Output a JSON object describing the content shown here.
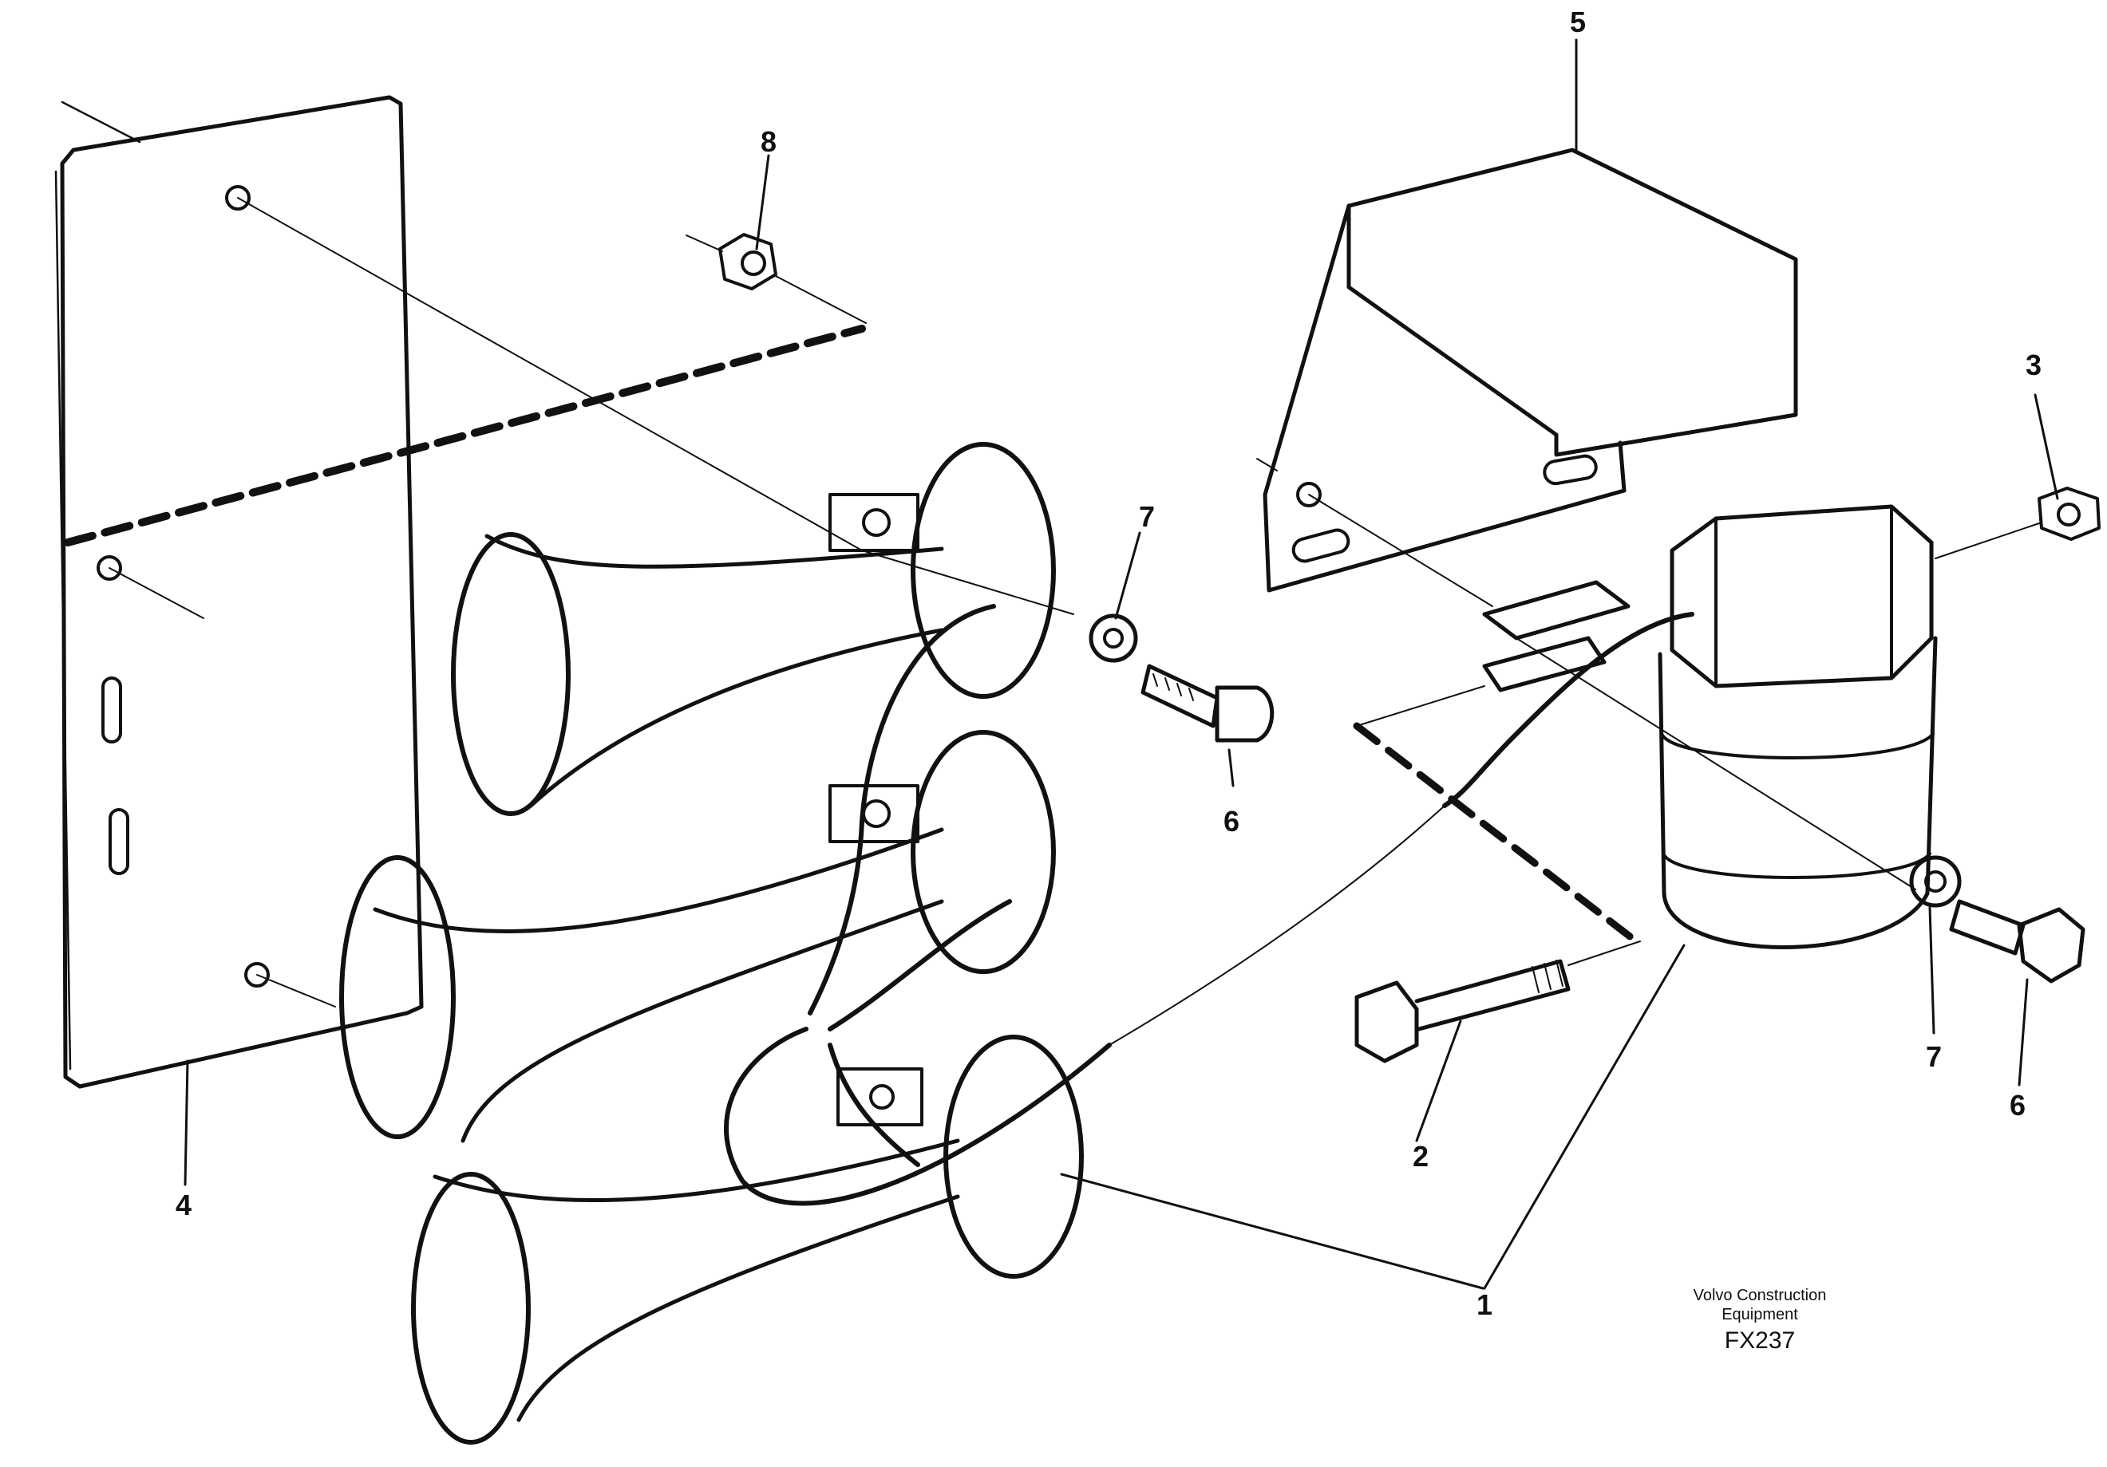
{
  "callouts": {
    "c1": "1",
    "c2": "2",
    "c3": "3",
    "c4": "4",
    "c5": "5",
    "c6a": "6",
    "c6b": "6",
    "c7a": "7",
    "c7b": "7",
    "c8": "8"
  },
  "credit": {
    "line1": "Volvo Construction",
    "line2": "Equipment",
    "code": "FX237"
  }
}
